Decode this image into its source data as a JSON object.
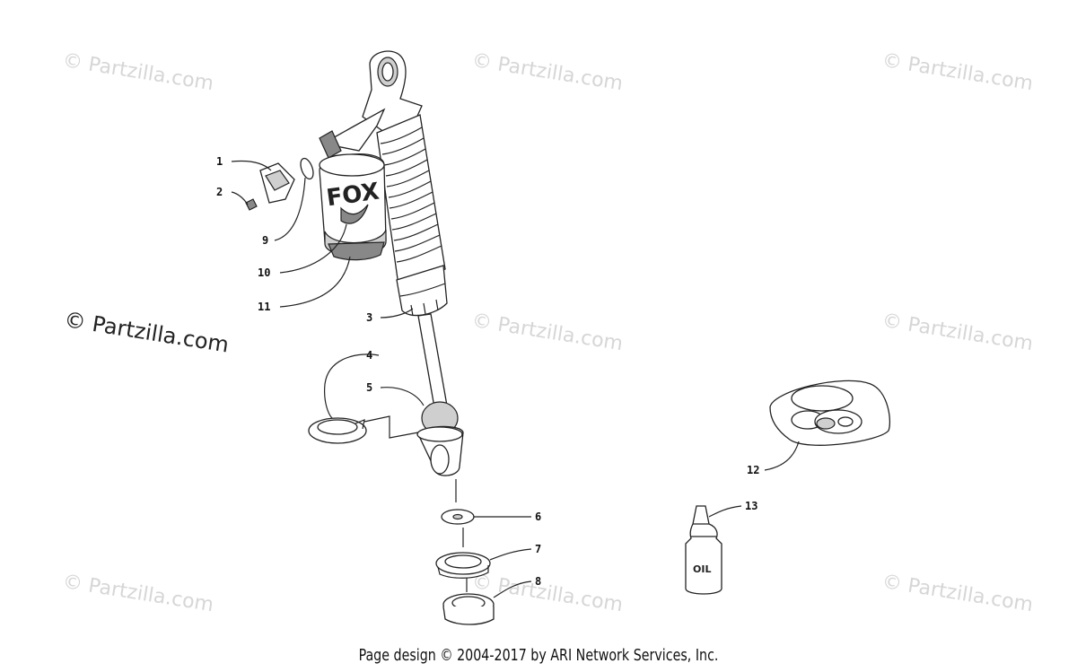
{
  "watermark": "© Partzilla.com",
  "watermark_prominent": "© Partzilla.com",
  "brand_logo": "FOX",
  "oil_label": "OIL",
  "footer": "Page design © 2004-2017 by ARI Network Services, Inc.",
  "callouts": [
    "1",
    "2",
    "3",
    "4",
    "5",
    "6",
    "7",
    "8",
    "9",
    "10",
    "11",
    "12",
    "13"
  ]
}
